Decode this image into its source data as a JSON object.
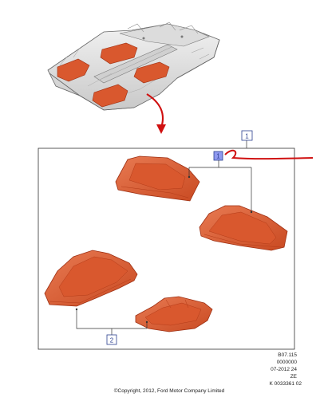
{
  "callouts": {
    "assembly": "1",
    "rear_mats": "2",
    "front_mats": "1"
  },
  "drawing_codes": {
    "line1": "B07.115",
    "line2": "0000000",
    "line3": "07-2012 24",
    "line4": "ZE",
    "line5": "K 0033361 02"
  },
  "copyright": "©Copyright, 2012, Ford Motor Company Limited",
  "colors": {
    "mat_fill": "#d9582e",
    "mat_edge": "#9e2f12",
    "mat_highlight": "#e87a52",
    "frame": "#333333",
    "callout_fill": "#8f99f0",
    "annotation": "#d01010"
  }
}
